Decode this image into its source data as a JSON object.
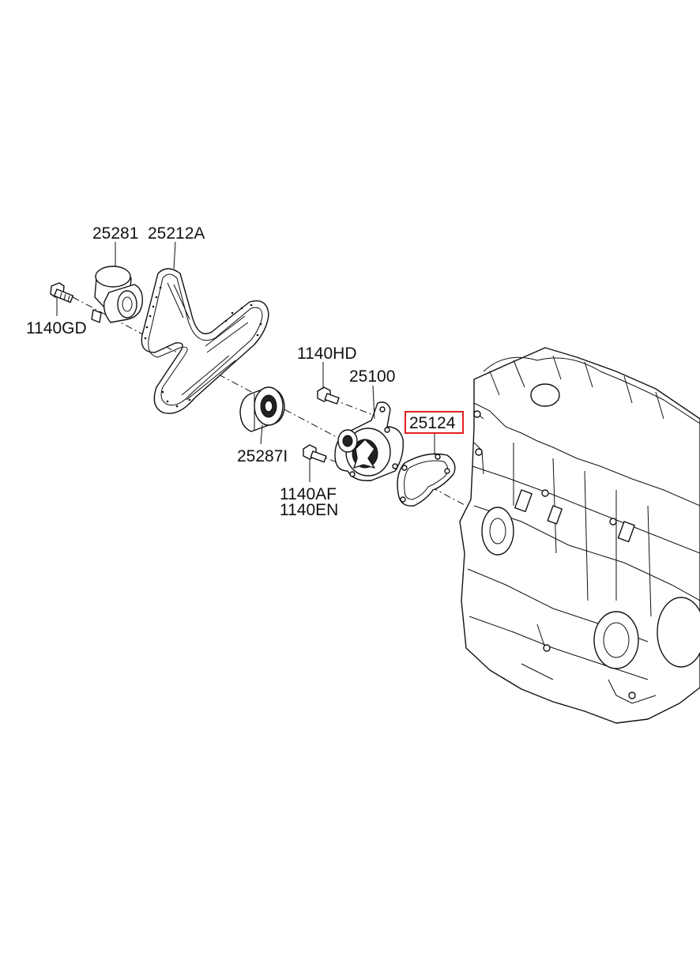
{
  "diagram": {
    "labels": {
      "tensioner": "25281",
      "belt": "25212A",
      "bolt_tensioner": "1140GD",
      "bolt_pump_top": "1140HD",
      "water_pump": "25100",
      "gasket": "25124",
      "idler": "25287I",
      "bolt_pump_lower_a": "1140AF",
      "bolt_pump_lower_b": "1140EN"
    },
    "highlighted_part": "25124",
    "colors": {
      "line": "#111111",
      "highlight": "#e02020",
      "background": "#ffffff"
    }
  }
}
